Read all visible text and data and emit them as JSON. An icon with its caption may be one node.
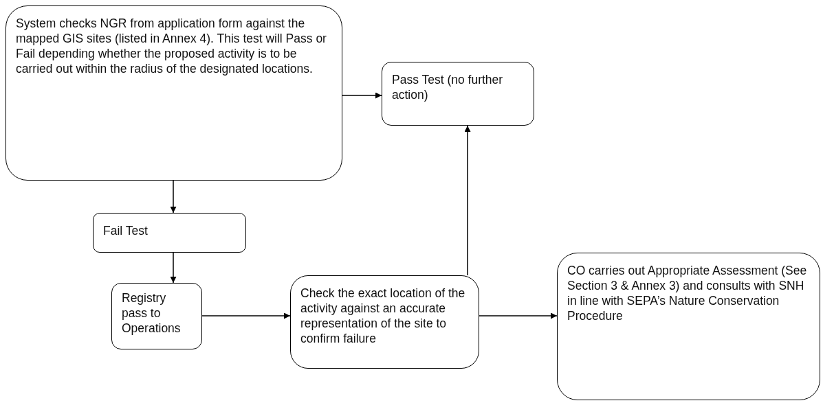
{
  "diagram": {
    "nodes": [
      {
        "text": [
          "System checks NGR from application form against the mapped GIS sites (listed in Annex 4). This test will Pass or Fail depending whether the proposed activity is to be carried out within the radius of the designated locations."
        ]
      },
      {
        "text": [
          "Pass Test (no further action)"
        ]
      },
      {
        "text": [
          "Fail Test"
        ]
      },
      {
        "text": [
          "Registry pass to Operations"
        ]
      },
      {
        "text": [
          "Check the exact location of the activity against an accurate representation of the site to confirm failure"
        ]
      },
      {
        "text": [
          "CO carries out Appropriate Assessment (See Section 3 & Annex 3) and consults with SNH in line with SEPA’s Nature Conservation Procedure"
        ]
      }
    ],
    "edges": [
      {
        "from": 0,
        "to": 1,
        "arrow": "to"
      },
      {
        "from": 0,
        "to": 2,
        "arrow": "to"
      },
      {
        "from": 2,
        "to": 3,
        "arrow": "to"
      },
      {
        "from": 3,
        "to": 4,
        "arrow": "to"
      },
      {
        "from": 4,
        "to": 1,
        "arrow": "to"
      },
      {
        "from": 4,
        "to": 5,
        "arrow": "to"
      }
    ]
  }
}
